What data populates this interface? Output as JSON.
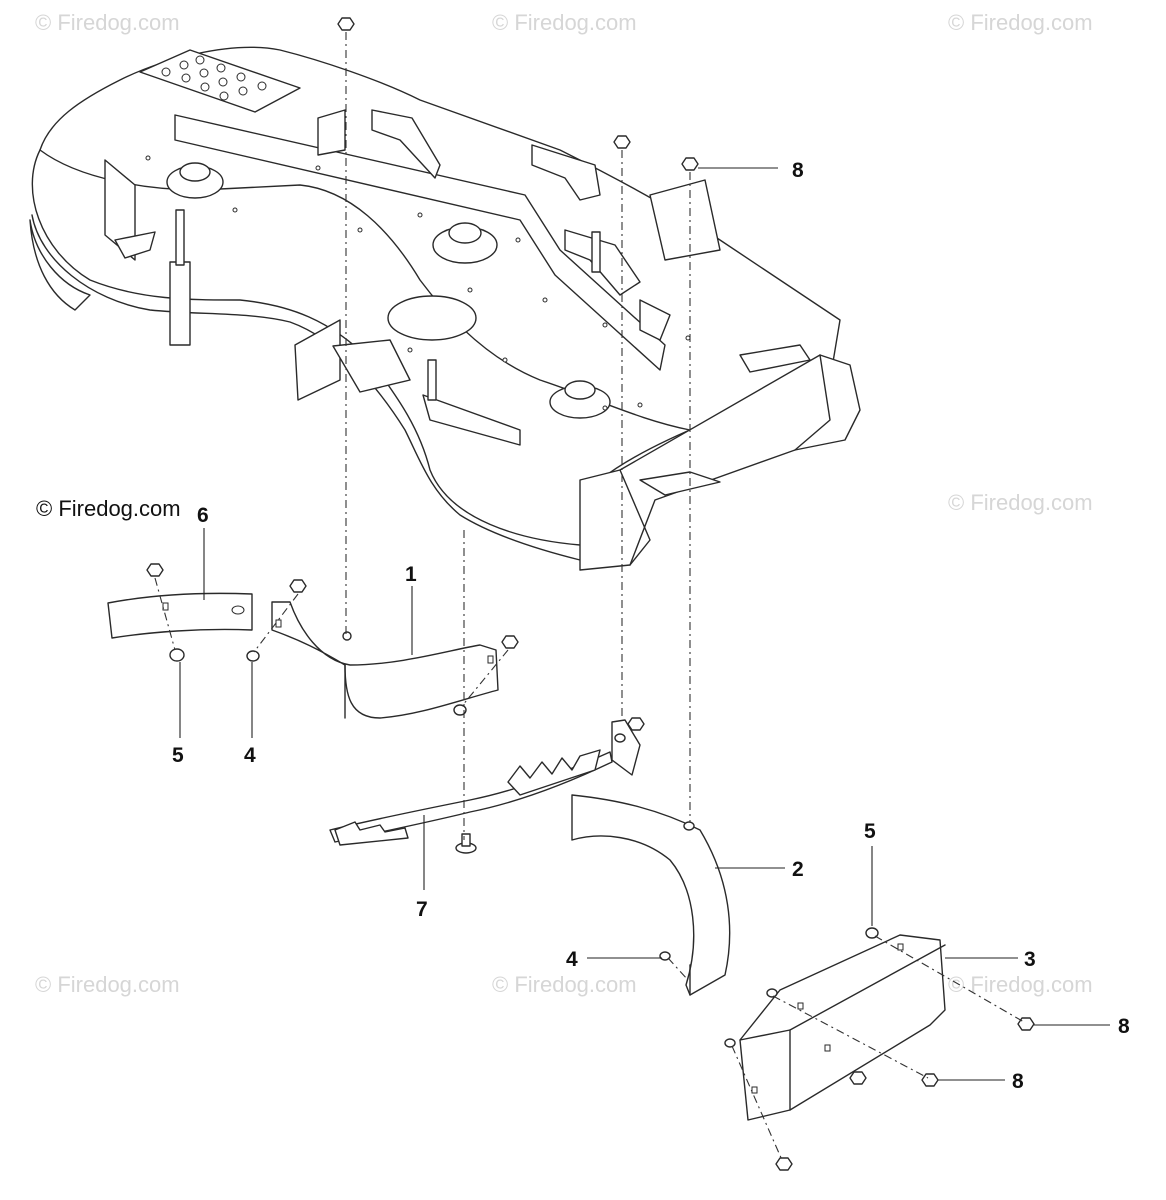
{
  "copyright": "© Firedog.com",
  "watermark": "© Firedog.com",
  "callouts": {
    "c1": "1",
    "c2": "2",
    "c3": "3",
    "c4a": "4",
    "c4b": "4",
    "c5a": "5",
    "c5b": "5",
    "c6": "6",
    "c7": "7",
    "c8a": "8",
    "c8b": "8",
    "c8c": "8"
  }
}
